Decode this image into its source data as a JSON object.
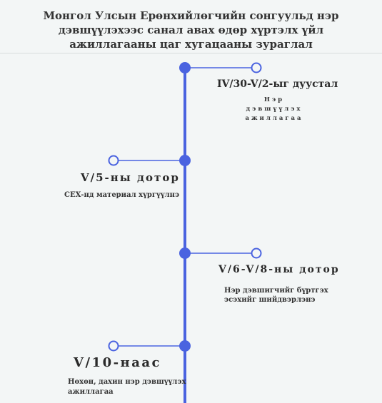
{
  "title": "Монгол Улсын Ерөнхийлөгчийн сонгуульд нэр дэвшүүлэхээс санал авах өдөр хүртэлх үйл ажиллагааны цаг хугацааны зураглал",
  "events": [
    {
      "date": "IV/30-V/2-ыг дуустал",
      "description": "Нэр дэвшүүлэх ажиллагаа"
    },
    {
      "date": "V/5-ны дотор",
      "description": "СЕХ-нд материал хүргүүлнэ"
    },
    {
      "date": "V/6-V/8-ны дотор",
      "description": "Нэр дэвшигчийг бүртгэх эсэхийг шийдвэрлэнэ"
    },
    {
      "date": "V/10-наас",
      "description": "Нөхөн, дахин нэр дэвшүүлэх ажиллагаа"
    }
  ],
  "colors": {
    "accent": "#4a63e0",
    "background": "#f3f6f6",
    "text": "#2a2a2a"
  }
}
